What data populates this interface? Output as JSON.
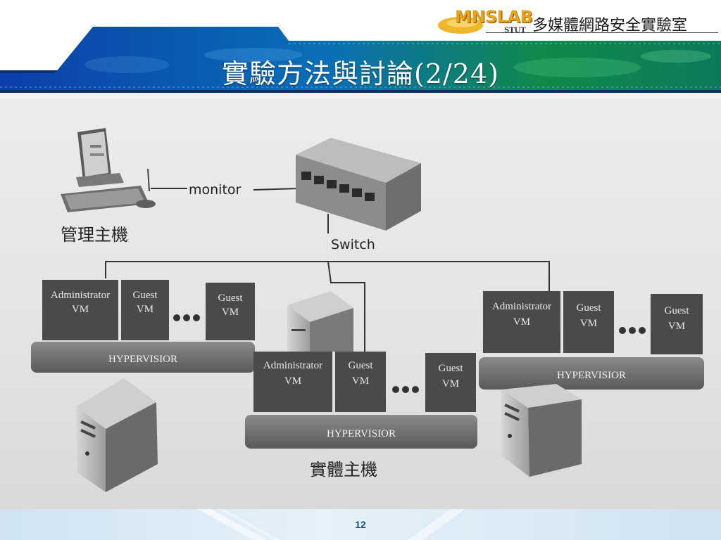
{
  "header": {
    "logo_text": "MNSLAB",
    "logo_sub": "STUT",
    "lab_name": "多媒體網路安全實驗室",
    "title": "實驗方法與討論(2/24)"
  },
  "diagram": {
    "nodes": {
      "monitor_link": "monitor",
      "switch": "Switch",
      "mgmt_host": "管理主機",
      "physical_hosts": "實體主機"
    },
    "host_left": {
      "admin_vm": [
        "Administrator",
        "VM"
      ],
      "guest_vm_1": [
        "Guest",
        "VM"
      ],
      "guest_vm_2": [
        "Guest",
        "VM"
      ],
      "hypervisor": "HYPERVISIOR"
    },
    "host_center": {
      "admin_vm": [
        "Administrator",
        "VM"
      ],
      "guest_vm_1": [
        "Guest",
        "VM"
      ],
      "guest_vm_2": [
        "Guest",
        "VM"
      ],
      "hypervisor": "HYPERVISIOR"
    },
    "host_right": {
      "admin_vm": [
        "Administrator",
        "VM"
      ],
      "guest_vm_1": [
        "Guest",
        "VM"
      ],
      "guest_vm_2": [
        "Guest",
        "VM"
      ],
      "hypervisor": "HYPERVISIOR"
    }
  },
  "footer": {
    "page_number": "12"
  }
}
